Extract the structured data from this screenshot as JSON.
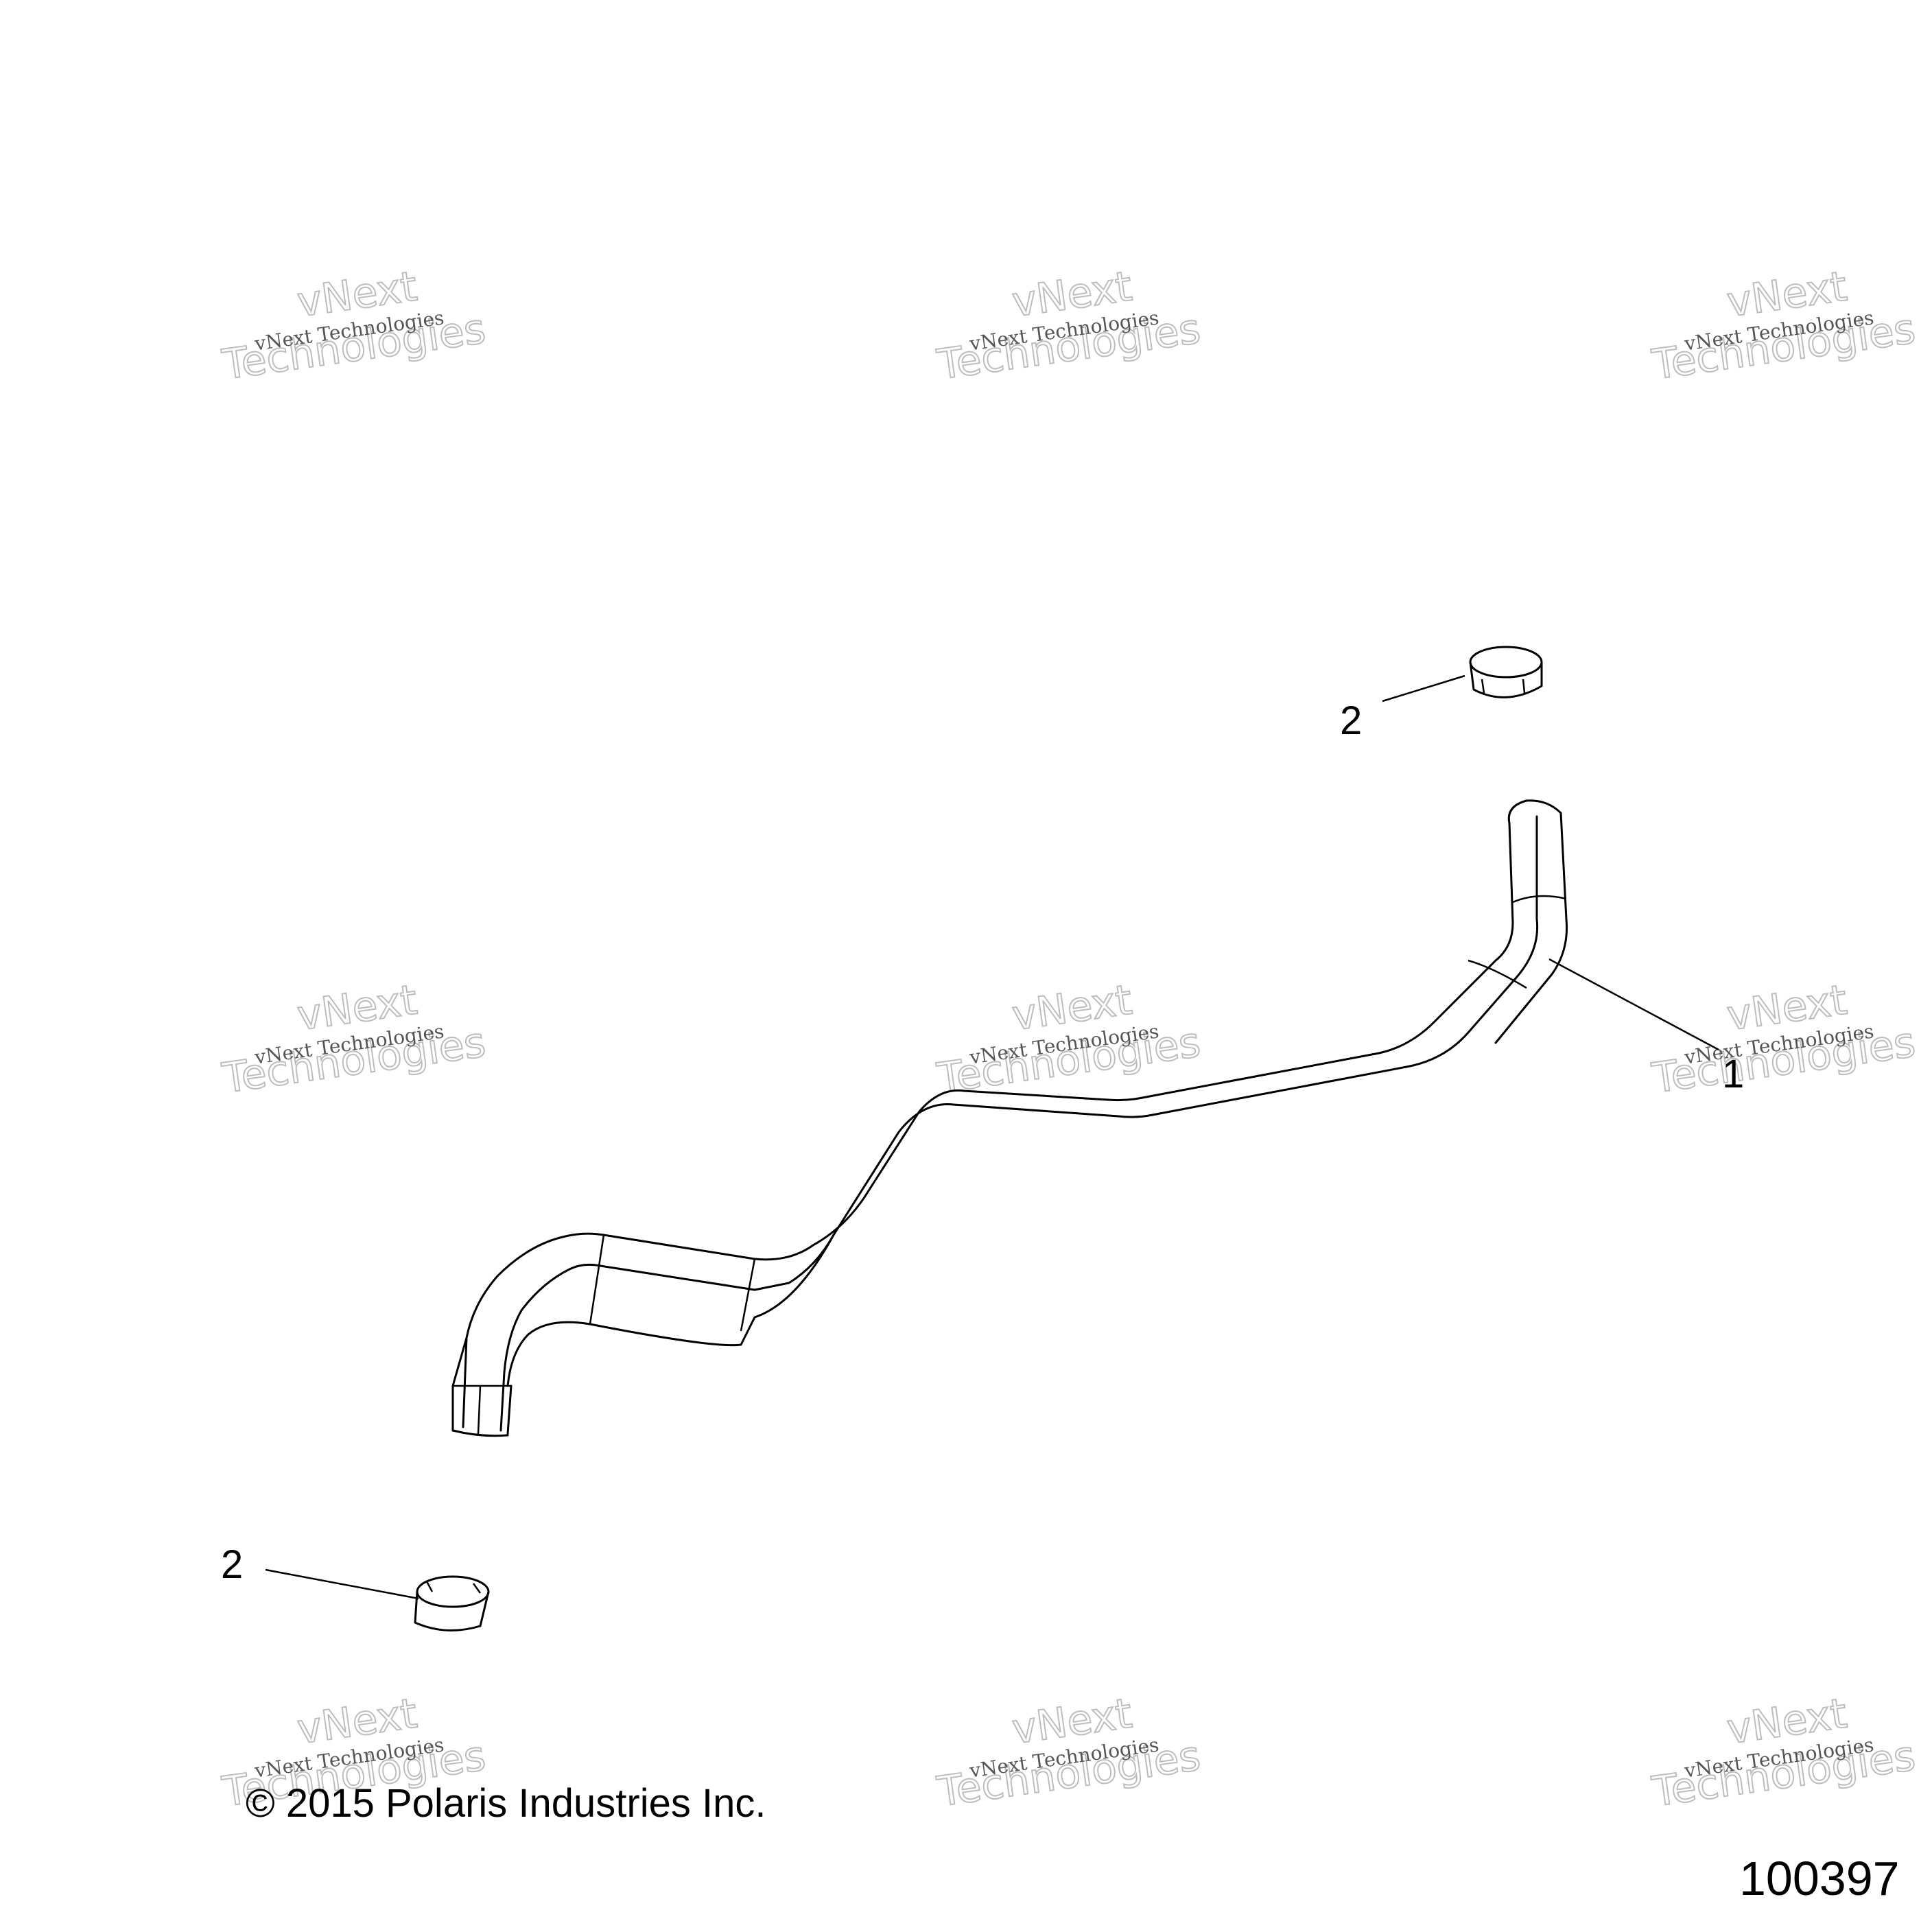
{
  "callouts": {
    "hose": "1",
    "clamp_top": "2",
    "clamp_bottom": "2"
  },
  "footer": {
    "copyright": "© 2015 Polaris Industries Inc.",
    "figure_number": "100397"
  },
  "watermark": {
    "line1": "vNext Technologies",
    "big1": "vNext",
    "big2": "Technologies"
  }
}
